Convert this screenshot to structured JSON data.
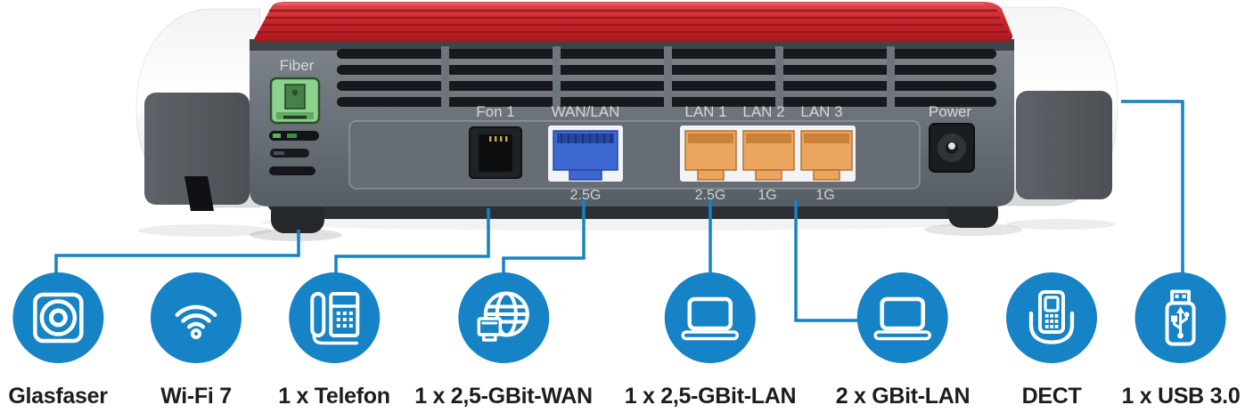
{
  "colors": {
    "brand_blue": "#1583c5",
    "router_red": "#c52027"
  },
  "router": {
    "port_labels": {
      "fiber": "Fiber",
      "fon1": "Fon 1",
      "wan": "WAN/LAN",
      "lan1": "LAN 1",
      "lan2": "LAN 2",
      "lan3": "LAN 3",
      "power": "Power"
    },
    "port_speeds": {
      "wan": "2.5G",
      "lan1": "2.5G",
      "lan2": "1G",
      "lan3": "1G"
    }
  },
  "features": [
    {
      "label": "Glasfaser",
      "icon": "fiber-socket-icon"
    },
    {
      "label": "Wi-Fi 7",
      "icon": "wifi-icon"
    },
    {
      "label": "1 x Telefon",
      "icon": "desk-phone-icon"
    },
    {
      "label": "1 x 2,5-GBit-WAN",
      "icon": "globe-wan-icon"
    },
    {
      "label": "1 x 2,5-GBit-LAN",
      "icon": "laptop-icon"
    },
    {
      "label": "2 x GBit-LAN",
      "icon": "laptop-icon"
    },
    {
      "label": "DECT",
      "icon": "dect-handset-icon"
    },
    {
      "label": "1 x USB 3.0",
      "icon": "usb-stick-icon"
    }
  ]
}
